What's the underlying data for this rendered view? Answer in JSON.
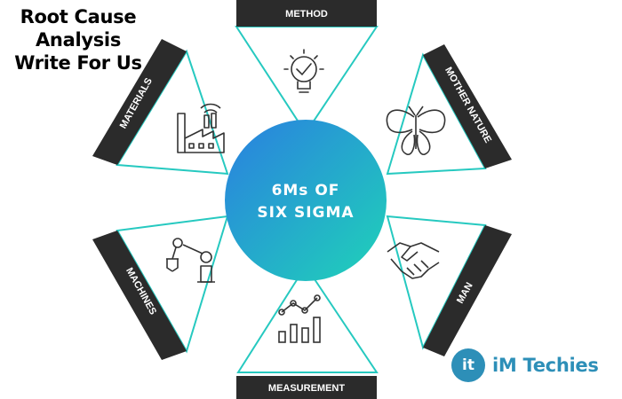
{
  "title": {
    "line1": "Root Cause",
    "line2": "Analysis",
    "line3": "Write For Us"
  },
  "center": {
    "line1": "6Ms OF",
    "line2": "SIX SIGMA"
  },
  "categories": [
    {
      "label": "METHOD",
      "icon": "lightbulb-check-icon"
    },
    {
      "label": "MOTHER NATURE",
      "icon": "butterfly-icon"
    },
    {
      "label": "MAN",
      "icon": "handshake-icon"
    },
    {
      "label": "MEASUREMENT",
      "icon": "growth-chart-icon"
    },
    {
      "label": "MACHINES",
      "icon": "robotic-arm-icon"
    },
    {
      "label": "MATERIALS",
      "icon": "factory-icon"
    }
  ],
  "brand": {
    "logo_text": "it",
    "name": "iM Techies"
  },
  "colors": {
    "label_bar": "#2b2b2b",
    "outline": "#26c9c0",
    "center_gradient_start": "#2a7fe0",
    "center_gradient_end": "#1fd3b8",
    "brand": "#2d8fb8"
  }
}
